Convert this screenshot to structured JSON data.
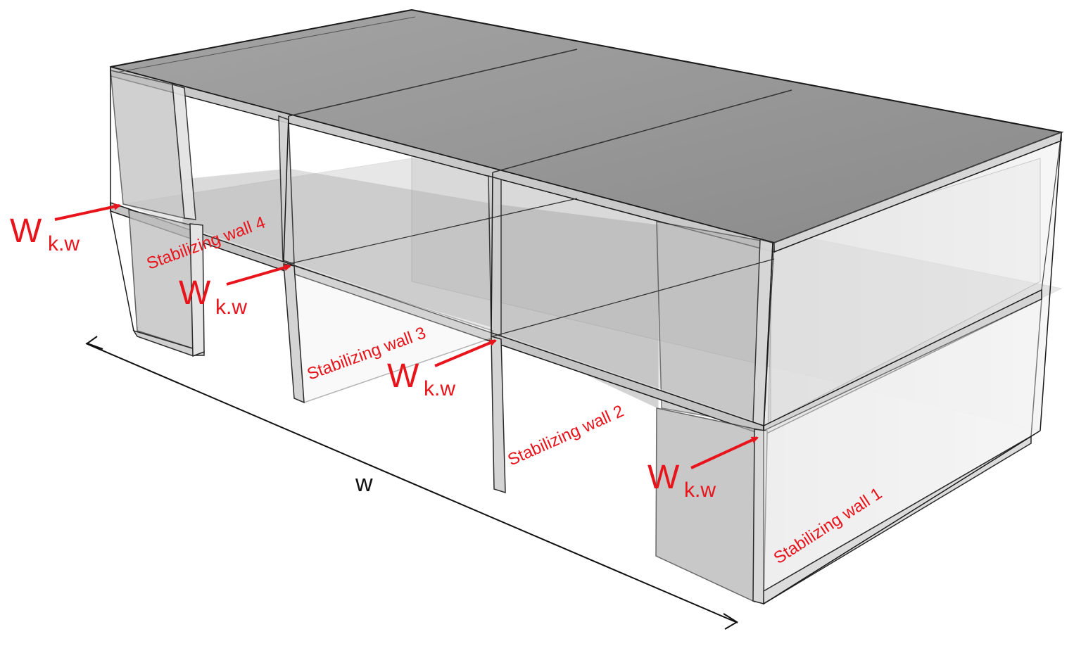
{
  "diagram": {
    "walls": [
      {
        "id": "wall-1",
        "label": "Stabilizing wall 1"
      },
      {
        "id": "wall-2",
        "label": "Stabilizing wall 2"
      },
      {
        "id": "wall-3",
        "label": "Stabilizing wall 3"
      },
      {
        "id": "wall-4",
        "label": "Stabilizing wall 4"
      }
    ],
    "load": {
      "symbol": "W",
      "subscript": "k.w"
    },
    "dimension": {
      "label": "w"
    },
    "colors": {
      "annotation": "#e8141b",
      "outline": "#1a1a1a",
      "slab": "#8c8c8c",
      "wall": "#bdbdbd",
      "dimension_line": "#111111"
    }
  }
}
